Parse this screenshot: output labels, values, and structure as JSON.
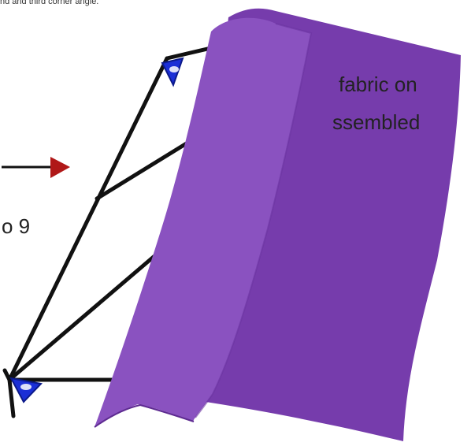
{
  "caption_top": "nd and third corner angle.",
  "instruction": {
    "line1": "fabric on",
    "line2": "ssembled",
    "step": "o 9"
  },
  "colors": {
    "frame": "#111111",
    "fabric_main": "#763cac",
    "fabric_fold": "#8a52c0",
    "fabric_edge": "#5e2b91",
    "corner_bracket": "#1b2fd6",
    "arrow_shaft": "#111111",
    "arrow_head": "#b01818"
  },
  "icons": {
    "arrow": "right-arrow-icon",
    "corner_brackets": "corner-bracket-icon"
  }
}
